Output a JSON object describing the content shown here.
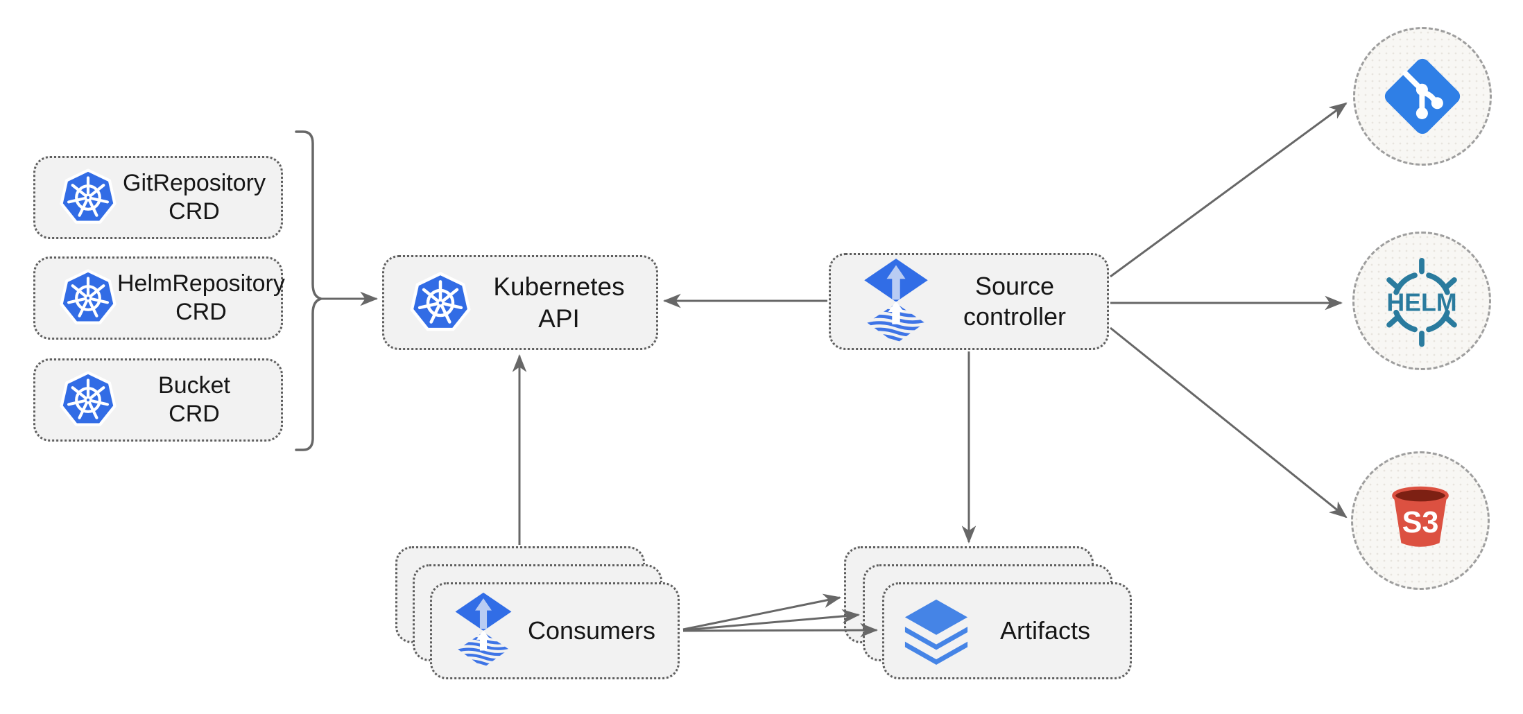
{
  "diagram": {
    "type": "architecture-diagram",
    "subject": "source-controller",
    "crd_boxes": [
      {
        "id": "git-repository-crd",
        "line1": "GitRepository",
        "line2": "CRD",
        "icon": "kubernetes-icon"
      },
      {
        "id": "helm-repository-crd",
        "line1": "HelmRepository",
        "line2": "CRD",
        "icon": "kubernetes-icon"
      },
      {
        "id": "bucket-crd",
        "line1": "Bucket",
        "line2": "CRD",
        "icon": "kubernetes-icon"
      }
    ],
    "nodes": {
      "kubernetes_api": {
        "label": "Kubernetes API",
        "icon": "kubernetes-icon"
      },
      "source_controller": {
        "line1": "Source",
        "line2": "controller",
        "icon": "flux-icon"
      },
      "consumers": {
        "label": "Consumers",
        "icon": "flux-icon",
        "stack_count": 3
      },
      "artifacts": {
        "label": "Artifacts",
        "icon": "layers-icon",
        "stack_count": 3
      }
    },
    "endpoints": {
      "git": {
        "icon": "git-icon",
        "label": ""
      },
      "helm": {
        "icon": "helm-icon",
        "label": "HELM"
      },
      "s3": {
        "icon": "s3-bucket-icon",
        "label": "S3"
      }
    },
    "edges": [
      {
        "from": "crd-group-bracket",
        "to": "kubernetes_api",
        "arrow": "end"
      },
      {
        "from": "source_controller",
        "to": "kubernetes_api",
        "arrow": "end"
      },
      {
        "from": "consumers",
        "to": "kubernetes_api",
        "arrow": "end"
      },
      {
        "from": "source_controller",
        "to": "artifacts",
        "arrow": "end"
      },
      {
        "from": "source_controller",
        "to": "git",
        "arrow": "end"
      },
      {
        "from": "source_controller",
        "to": "helm",
        "arrow": "end"
      },
      {
        "from": "source_controller",
        "to": "s3",
        "arrow": "end"
      },
      {
        "from": "consumers",
        "to": "artifacts",
        "arrow": "end",
        "count": 3
      }
    ],
    "colors": {
      "node_fill": "#f2f2f2",
      "node_border": "#5e5e5e",
      "circle_fill": "#f8f7f4",
      "circle_border": "#9e9e9e",
      "arrow": "#676767",
      "text": "#161616",
      "kubernetes_blue": "#326CE5",
      "flux_blue": "#316DE6",
      "flux_arrow_light": "#B9CCF3",
      "layers_blue": "#4584E6",
      "git_blue": "#2F7FE6",
      "helm_teal": "#2A7B9E",
      "s3_red": "#DC5141",
      "s3_dark_red": "#7D2013"
    }
  }
}
